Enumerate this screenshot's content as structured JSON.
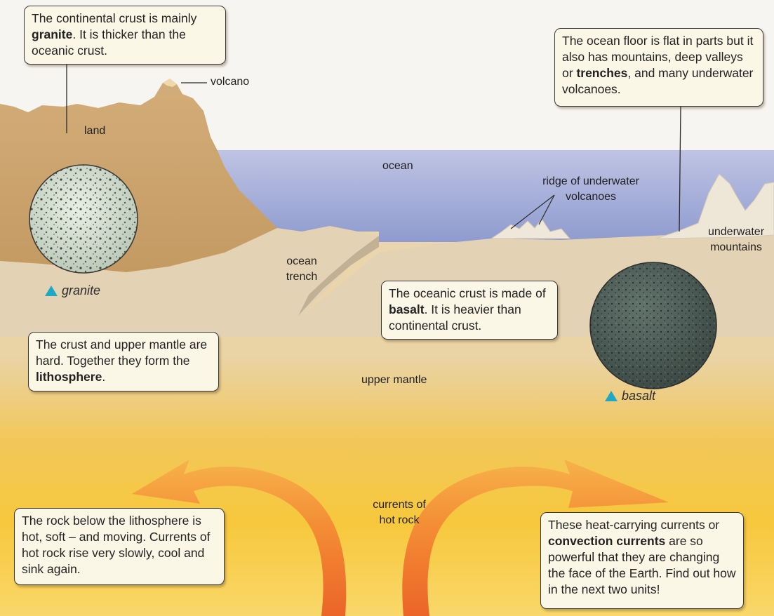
{
  "labels": {
    "volcano": "volcano",
    "land": "land",
    "ocean": "ocean",
    "ridge_line1": "ridge of underwater",
    "ridge_line2": "volcanoes",
    "ocean_trench_line1": "ocean",
    "ocean_trench_line2": "trench",
    "underwater_mountains_line1": "underwater",
    "underwater_mountains_line2": "mountains",
    "upper_mantle": "upper mantle",
    "currents_line1": "currents of",
    "currents_line2": "hot rock"
  },
  "captions": {
    "granite": "granite",
    "basalt": "basalt"
  },
  "boxes": {
    "continental": {
      "pre": "The continental crust is mainly",
      "bold": "granite",
      "post": ". It is thicker than the oceanic crust."
    },
    "ocean_floor": {
      "pre": "The ocean floor is flat in parts but it also has mountains, deep valleys or",
      "bold": "trenches",
      "post": ", and many underwater volcanoes."
    },
    "oceanic": {
      "pre": "The oceanic crust is made of",
      "bold": "basalt",
      "post": ". It is heavier than continental crust."
    },
    "lithosphere": {
      "pre": "The crust and upper mantle are hard. Together they form the",
      "bold": "lithosphere",
      "post": "."
    },
    "rock_below": {
      "text": "The rock below the lithosphere is hot, soft – and moving. Currents of hot rock rise very slowly, cool and sink again."
    },
    "convection": {
      "pre": "These heat-carrying currents or",
      "bold": "convection currents",
      "post": "are so powerful that they are changing the face of the Earth. Find out how in the next two units!"
    }
  },
  "colors": {
    "land": "#c9a06a",
    "ocean": "#9ca6d3",
    "crust": "#e6d3b5",
    "mantle": "#ecd5a3",
    "hot": "#f3c23a",
    "arrow": "#f07a2c",
    "accent_triangle": "#1fa8c4"
  }
}
